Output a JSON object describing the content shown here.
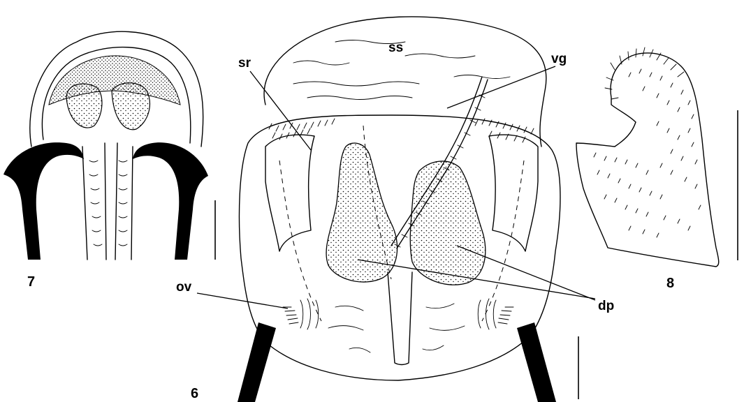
{
  "figures": [
    {
      "id": "fig6",
      "number": "6"
    },
    {
      "id": "fig7",
      "number": "7"
    },
    {
      "id": "fig8",
      "number": "8"
    }
  ],
  "labels": {
    "ss": "ss",
    "sr": "sr",
    "vg": "vg",
    "ov": "ov",
    "dp": "dp"
  }
}
